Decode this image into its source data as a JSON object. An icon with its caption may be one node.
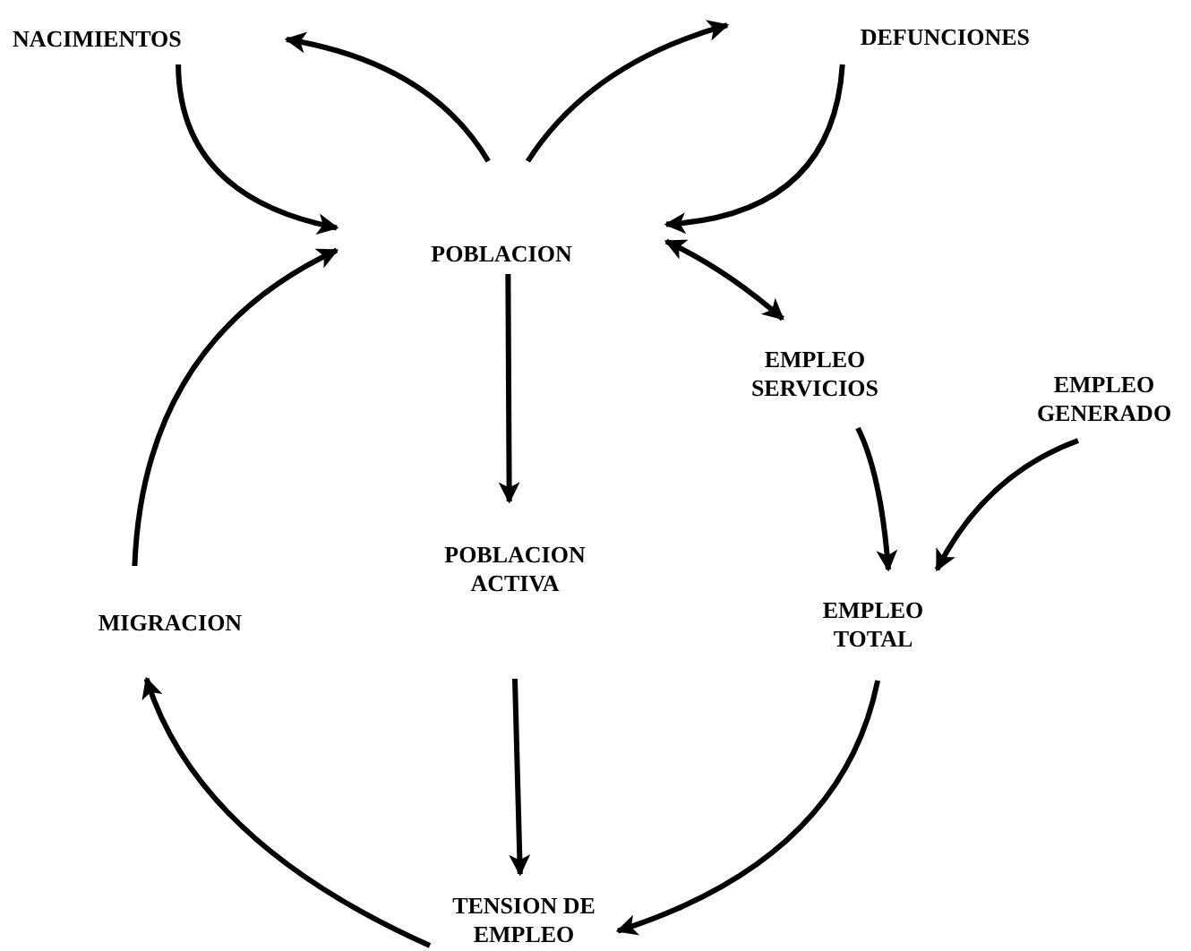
{
  "diagram": {
    "nodes": [
      {
        "text": [
          "NACIMIENTOS"
        ]
      },
      {
        "text": [
          "DEFUNCIONES"
        ]
      },
      {
        "text": [
          "POBLACION"
        ]
      },
      {
        "text": [
          "EMPLEO SERVICIOS"
        ]
      },
      {
        "text": [
          "EMPLEO GENERADO"
        ]
      },
      {
        "text": [
          "POBLACION ACTIVA"
        ]
      },
      {
        "text": [
          "EMPLEO TOTAL"
        ]
      },
      {
        "text": [
          "MIGRACION"
        ]
      },
      {
        "text": [
          "TENSION DE EMPLEO"
        ]
      }
    ],
    "edges": [
      {
        "from": 2,
        "to": 0,
        "arrow": "to"
      },
      {
        "from": 0,
        "to": 2,
        "arrow": "to"
      },
      {
        "from": 2,
        "to": 1,
        "arrow": "to"
      },
      {
        "from": 1,
        "to": 2,
        "arrow": "to"
      },
      {
        "from": 2,
        "to": 3,
        "arrow": "both"
      },
      {
        "from": 2,
        "to": 5,
        "arrow": "to"
      },
      {
        "from": 5,
        "to": 8,
        "arrow": "to"
      },
      {
        "from": 3,
        "to": 6,
        "arrow": "to"
      },
      {
        "from": 4,
        "to": 6,
        "arrow": "to"
      },
      {
        "from": 6,
        "to": 8,
        "arrow": "to"
      },
      {
        "from": 8,
        "to": 7,
        "arrow": "to"
      },
      {
        "from": 7,
        "to": 2,
        "arrow": "to"
      }
    ]
  }
}
